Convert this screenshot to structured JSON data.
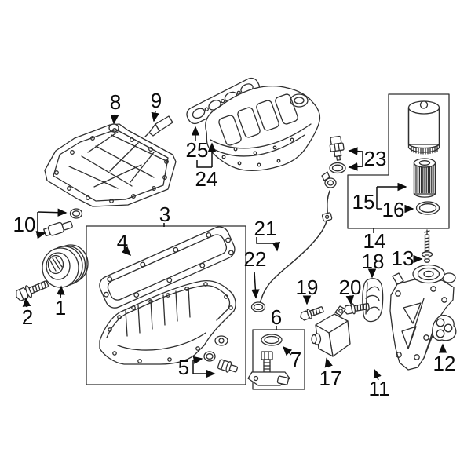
{
  "callouts": [
    {
      "label": "1"
    },
    {
      "label": "2"
    },
    {
      "label": "3"
    },
    {
      "label": "4"
    },
    {
      "label": "5"
    },
    {
      "label": "6"
    },
    {
      "label": "7"
    },
    {
      "label": "8"
    },
    {
      "label": "9"
    },
    {
      "label": "10"
    },
    {
      "label": "11"
    },
    {
      "label": "12"
    },
    {
      "label": "13"
    },
    {
      "label": "14"
    },
    {
      "label": "15"
    },
    {
      "label": "16"
    },
    {
      "label": "17"
    },
    {
      "label": "18"
    },
    {
      "label": "19"
    },
    {
      "label": "20"
    },
    {
      "label": "21"
    },
    {
      "label": "22"
    },
    {
      "label": "23"
    },
    {
      "label": "24"
    },
    {
      "label": "25"
    }
  ],
  "highlighted_callout": "18",
  "colors": {
    "highlight_fill": "#4066b4",
    "highlight_stroke": "#1b2a66",
    "line": "#2f2f2f",
    "background": "#ffffff"
  }
}
